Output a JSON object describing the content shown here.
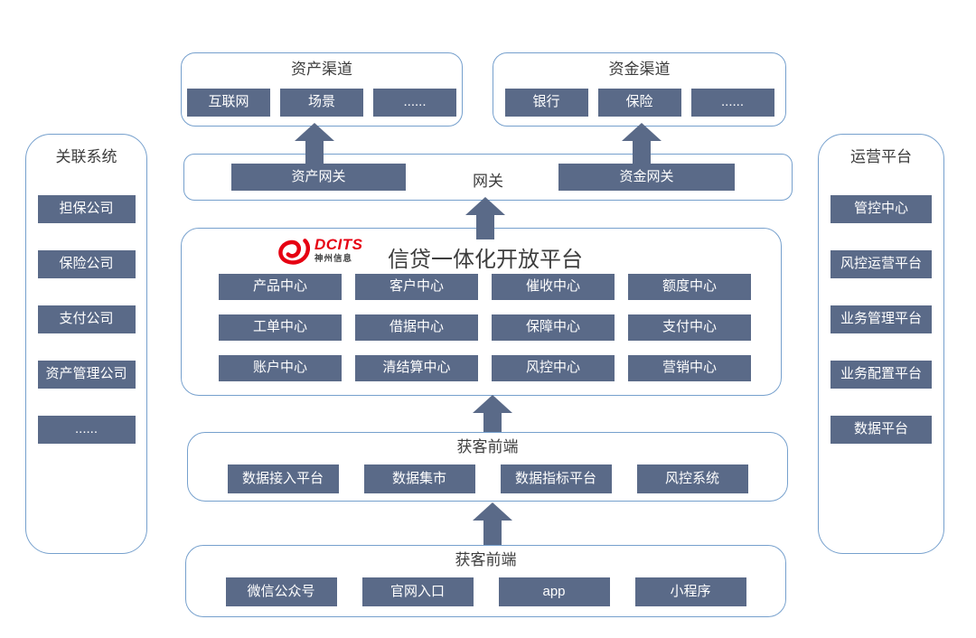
{
  "colors": {
    "chip_bg": "#5a6a88",
    "panel_border": "#76a0cd",
    "arrow": "#5a6a88",
    "logo_red": "#e60012",
    "title_text": "#3d3d3d",
    "chip_text": "#ffffff",
    "background": "#ffffff"
  },
  "left_panel": {
    "title": "关联系统",
    "items": [
      "担保公司",
      "保险公司",
      "支付公司",
      "资产管理公司",
      "......"
    ]
  },
  "right_panel": {
    "title": "运营平台",
    "items": [
      "管控中心",
      "风控运营平台",
      "业务管理平台",
      "业务配置平台",
      "数据平台"
    ]
  },
  "asset_channel": {
    "title": "资产渠道",
    "items": [
      "互联网",
      "场景",
      "......"
    ]
  },
  "fund_channel": {
    "title": "资金渠道",
    "items": [
      "银行",
      "保险",
      "......"
    ]
  },
  "gateway": {
    "title": "网关",
    "left_item": "资产网关",
    "right_item": "资金网关"
  },
  "platform": {
    "title": "信贷一体化开放平台",
    "logo": {
      "brand": "DCITS",
      "subtitle": "神州信息"
    },
    "items": [
      [
        "产品中心",
        "客户中心",
        "催收中心",
        "额度中心"
      ],
      [
        "工单中心",
        "借据中心",
        "保障中心",
        "支付中心"
      ],
      [
        "账户中心",
        "清结算中心",
        "风控中心",
        "营销中心"
      ]
    ]
  },
  "data_frontend": {
    "title": "获客前端",
    "items": [
      "数据接入平台",
      "数据集市",
      "数据指标平台",
      "风控系统"
    ]
  },
  "acquisition_frontend": {
    "title": "获客前端",
    "items": [
      "微信公众号",
      "官网入口",
      "app",
      "小程序"
    ]
  }
}
